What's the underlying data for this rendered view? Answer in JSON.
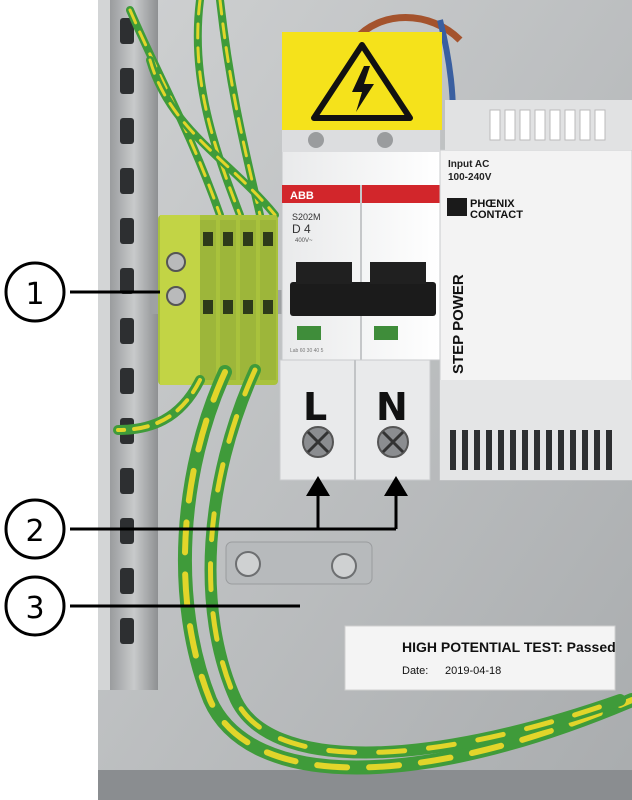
{
  "callouts": [
    {
      "number": "1",
      "target": "grounding terminal block"
    },
    {
      "number": "2",
      "target": "L and N terminals"
    },
    {
      "number": "3",
      "target": "grounding wire"
    }
  ],
  "breaker": {
    "brand": "ABB",
    "model": "S202M",
    "rating": "D 4",
    "sub_code": "400V~",
    "tiny_text": "Lab 60 30 40 5"
  },
  "power_supply": {
    "input_label": "Input AC",
    "voltage": "100-240V",
    "brand_line1": "PHŒNIX",
    "brand_line2": "CONTACT",
    "product": "STEP POWER"
  },
  "terminals": {
    "left": "L",
    "right": "N"
  },
  "test_label": {
    "title": "HIGH POTENTIAL TEST: Passed",
    "date_label": "Date:",
    "date_value": "2019-04-18"
  },
  "warning_sign": "high-voltage-warning-icon",
  "colors": {
    "enclosure": "#b9bcbe",
    "warning_yellow": "#f5e21b",
    "ground_wire_green": "#3f9b3a",
    "ground_wire_yellow": "#e2d52a"
  }
}
